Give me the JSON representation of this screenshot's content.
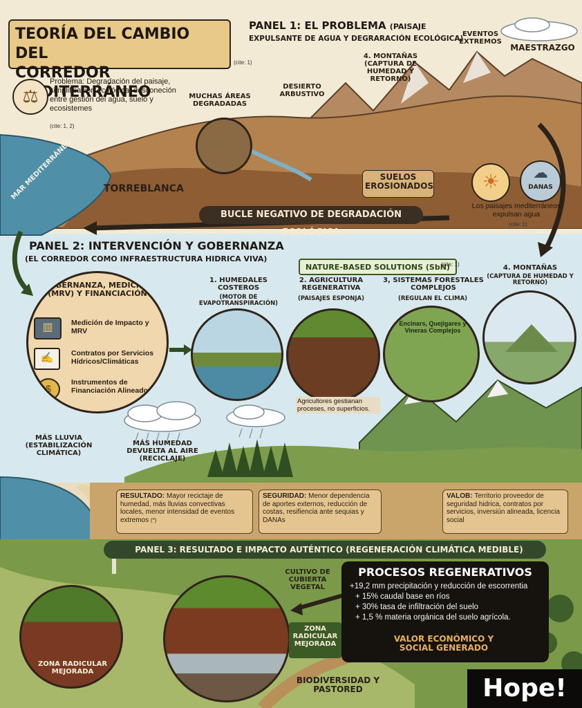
{
  "title": {
    "line1": "TEORÍA DEL CAMBIO DEL",
    "line2": "CORREDOR MEDITERRÁNEO",
    "cite": "(cite: 1)"
  },
  "panel1": {
    "heading": "PANEL 1: EL PROBLEMA",
    "heading_small": "(PAISAJE",
    "subheading": "EXPULSANTE DE AGUA Y DEGRARACIÓN ECOLÓGICA)",
    "problem_text": "Problema: Degradación del paisaje, simplificación ecológica, desconeción entre gestión del agua, suelo y ecosistemes",
    "problem_cite": "(cite: 1, 2)",
    "label_areas": "MUCHAS ÁREAS DEGRADADAS",
    "label_desierto": "DESIERTO ARBUSTIVO",
    "label_montanas": "4. MONTAÑAS (CAPTURA DE HUMEDAD Y RETORNO)",
    "label_eventos": "EVENTOS EXTREMOS",
    "label_maestrazgo": "MAESTRAZGO",
    "label_mar": "MAR MEDITERRÁNEO",
    "label_torreblanca": "TORREBLANCA",
    "label_suelos": "SUELOS EROSIONADOS",
    "label_danas": "DANAS",
    "expulsan": "Los paisajes mediterráneos expulsan agua",
    "expulsan_cite": "(cite: 1)",
    "bucle": "BUCLE NEGATIVO DE DEGRADACIÓN ECOLÓGICA"
  },
  "panel2": {
    "heading": "PANEL 2: INTERVENCIÓN Y GOBERNANZA",
    "subheading": "(EL CORREDOR COMO INFRAESTRUCTURA HIDRICA VIVA)",
    "sdn": "NATURE-BASED SOLUTIONS (SbN)",
    "sdn_cite": "(cite: 1)",
    "gob_title": "GOBERNANZA, MEDICIÓN (MRV) Y FINANCIACIÓN",
    "gob_items": [
      "Medición de Impacto y MRV",
      "Contratos por Servicios Hídricos/Climáticas",
      "Instrumentos de Financiación Alineados"
    ],
    "humedales": "1. HUMEDALES COSTEROS",
    "humedales_sub": "(MOTOR DE EVAPOTRANSPIRACIÓN)",
    "agricultura": "2. AGRICULTURA REGENERATIVA",
    "agricultura_sub": "(PAISAJES ESPONJA)",
    "forestales": "3, SISTEMAS FORESTALES COMPLEJOS",
    "forestales_sub": "(REGULAN EL CLIMA)",
    "encinares": "Encinars, Quejigares y Vineras Complejos",
    "agricultores": "Agricultores gestianan proceses, no superficios.",
    "montanas": "4. MONTAÑAS",
    "montanas_sub": "(CAPTURA DE HUMEDAD Y RETORNO)",
    "mas_humedad": "MÁS HUMEDAD DEVUELTA AL AIRE (RECICLAJE)",
    "mas_lluvia": "MÁS LLUVIA (ESTABILIZACIÓN CLIMÁTICA)"
  },
  "outcomes": {
    "resultado_label": "RESULTADO:",
    "resultado_text": "Mayor recictaje de humedad, más lluvias convectivas locales, menor intensidad de eventos extremos",
    "resultado_cite": "(*)",
    "seguridad_label": "SEGURIDAD:",
    "seguridad_text": "Menor dependencia de aportes externos, reducción de costas, resifiencia ante sequias y DANAs",
    "valor_label": "VALOB:",
    "valor_text": "Territorio proveedor de seguridad hidrica, contratos por servicios, inversiún alineada, licencia social"
  },
  "panel3": {
    "heading": "PANEL 3: RESULTADO E IMPACTO AUTÉNTICO (REGENERACIÓN CLIMÁTICA MEDIBLE)",
    "cultivo": "CULTIVO DE CUBIERTA VEGETAL",
    "zona_mejorada": "ZONA RADICULAR MEJORADA",
    "zona_left": "ZONA RADICULAR MEJORADA",
    "procesos_title": "PROCESOS REGENERATIVOS",
    "procesos_items": [
      "+19,2 mm precipitación y reducción de escorrentia",
      "+ 15% caudal base en ríos",
      "+ 30% tasa de infiltración del suelo",
      "+ 1,5 % materia orgánica del suelo agrícola."
    ],
    "valor": "VALOR ECONÓMICO Y SOCIAL GENERADO",
    "biodiversidad": "BIODIVERSIDAD Y PASTORED"
  },
  "badge": "Hope!",
  "colors": {
    "sea": "#4f8fa8",
    "sky": "#dceaf0",
    "earth": "#9a6a3f",
    "forest": "#4f7a36",
    "title_box": "#e8c98a",
    "dark": "#16130f"
  },
  "icons": [
    "scales-icon",
    "sun-icon",
    "storm-cloud-icon",
    "chart-icon",
    "contract-icon",
    "coins-hand-icon"
  ]
}
